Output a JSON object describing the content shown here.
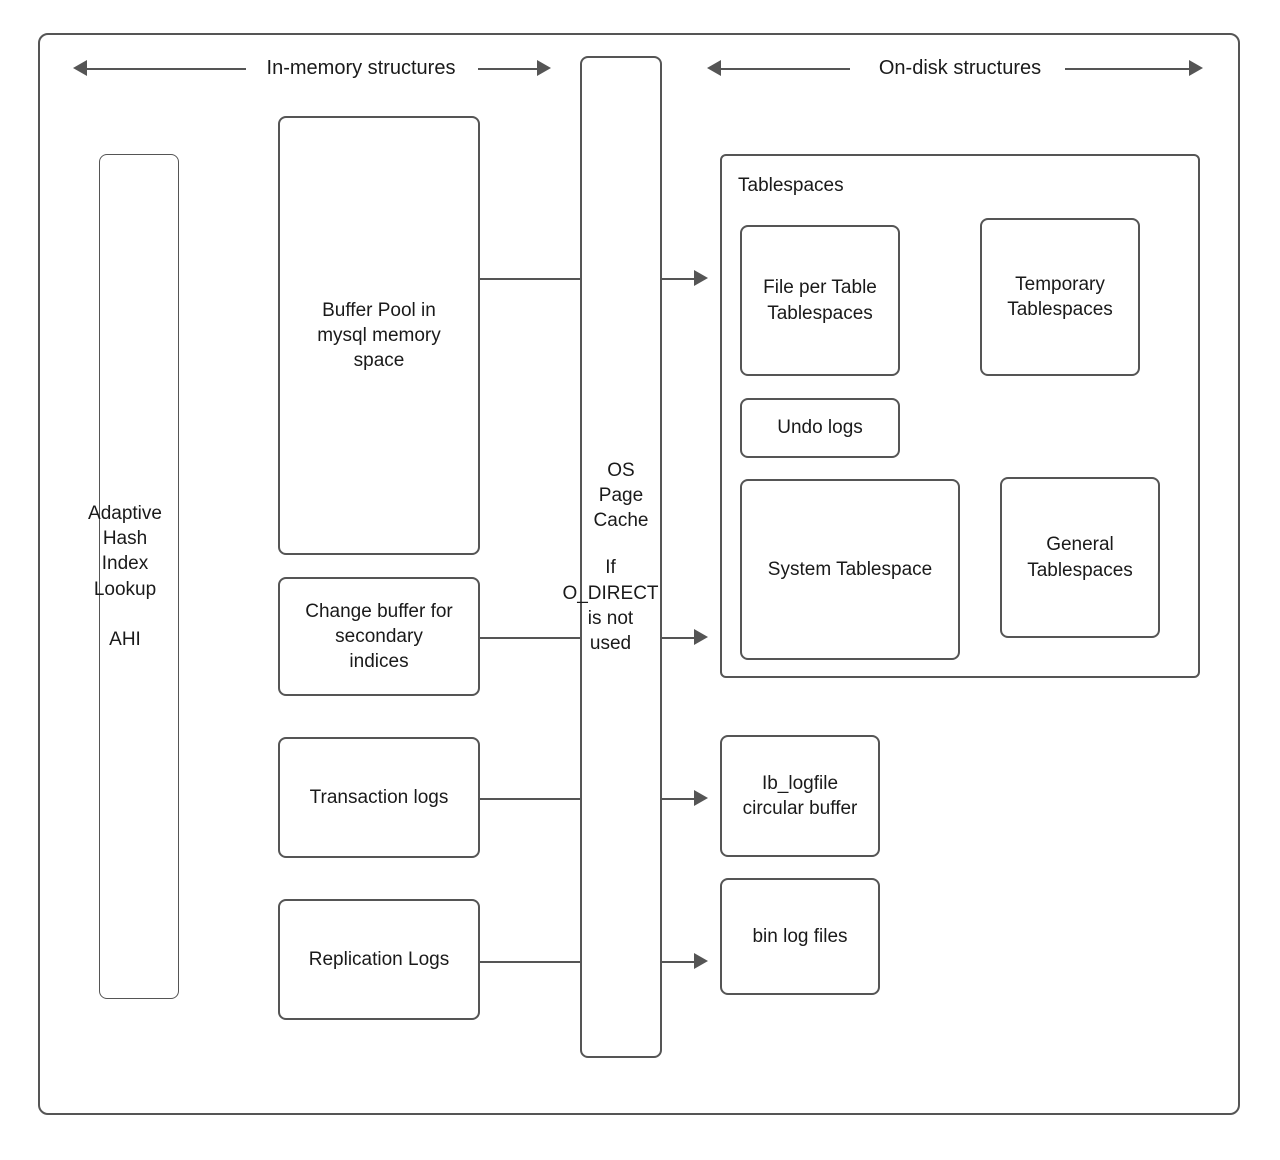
{
  "diagram": {
    "title": "MySQL InnoDB in-memory and on-disk structures",
    "colors": {
      "stroke": "#555555",
      "text": "#1a1a1a",
      "background": "#ffffff"
    },
    "headers": [
      {
        "label": "In-memory structures",
        "arrow_left": "arrow-left-icon",
        "arrow_right": "arrow-right-icon"
      },
      {
        "label": "On-disk structures",
        "arrow_left": "arrow-left-icon",
        "arrow_right": "arrow-right-icon"
      }
    ],
    "memory_boxes": {
      "ahi": "Adaptive\nHash\nIndex\nLookup\n\nAHI",
      "buffer_pool": "Buffer Pool in\nmysql memory\nspace",
      "change_buffer": "Change buffer for\nsecondary\nindices",
      "transaction_logs": "Transaction logs",
      "replication_logs": "Replication Logs"
    },
    "os_page_cache": {
      "title": "OS\nPage\nCache",
      "note": "If\nO_DIRECT\nis not\nused"
    },
    "disk": {
      "tablespaces_group_title": "Tablespaces",
      "file_per_table": "File per Table\nTablespaces",
      "temporary": "Temporary\nTablespaces",
      "undo_logs": "Undo logs",
      "system": "System Tablespace",
      "general": "General\nTablespaces",
      "ib_logfile": "Ib_logfile\ncircular buffer",
      "bin_log_files": "bin log files"
    },
    "connections": [
      {
        "from": "buffer_pool",
        "to": "file_per_table",
        "type": "arrow-right-icon"
      },
      {
        "from": "change_buffer",
        "to": "system",
        "type": "arrow-right-icon"
      },
      {
        "from": "transaction_logs",
        "to": "ib_logfile",
        "type": "arrow-right-icon"
      },
      {
        "from": "replication_logs",
        "to": "bin_log_files",
        "type": "arrow-right-icon"
      }
    ]
  }
}
